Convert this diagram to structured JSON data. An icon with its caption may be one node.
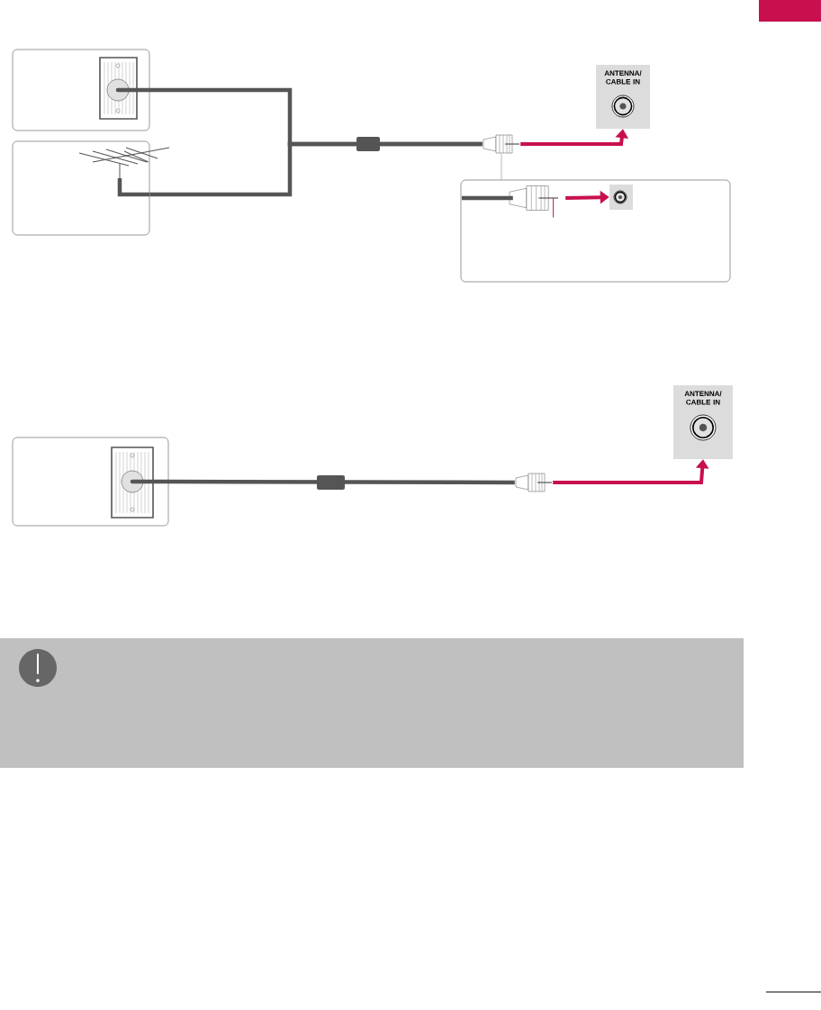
{
  "diagram": {
    "nodes": [
      {
        "text": [],
        "shape": "box"
      },
      {
        "text": [],
        "shape": "box"
      },
      {
        "text": [],
        "shape": "picture"
      },
      {
        "text": [
          "ANTENNA/ CABLE IN"
        ]
      },
      {
        "text": [],
        "shape": "box"
      },
      {
        "text": [],
        "shape": "picture",
        "in": 4
      },
      {
        "text": [],
        "shape": "box",
        "in": 4
      },
      {
        "text": [],
        "shape": "box"
      },
      {
        "text": [],
        "shape": "picture"
      },
      {
        "text": [
          "ANTENNA/ CABLE IN"
        ]
      }
    ],
    "edges": [
      {
        "from": 0,
        "to": 2,
        "arrow": "none"
      },
      {
        "from": 1,
        "to": 2,
        "arrow": "none"
      },
      {
        "from": 2,
        "to": 3,
        "arrow": "to",
        "color": "#c8104f"
      },
      {
        "from": 2,
        "to": 4,
        "arrow": "none",
        "color": "#999999"
      },
      {
        "from": null,
        "to": 5,
        "arrow": "none"
      },
      {
        "from": 5,
        "to": 6,
        "arrow": "to",
        "color": "#c8104f"
      },
      {
        "from": 7,
        "to": 8,
        "arrow": "none"
      },
      {
        "from": 8,
        "to": 9,
        "arrow": "to",
        "color": "#c8104f"
      }
    ]
  }
}
